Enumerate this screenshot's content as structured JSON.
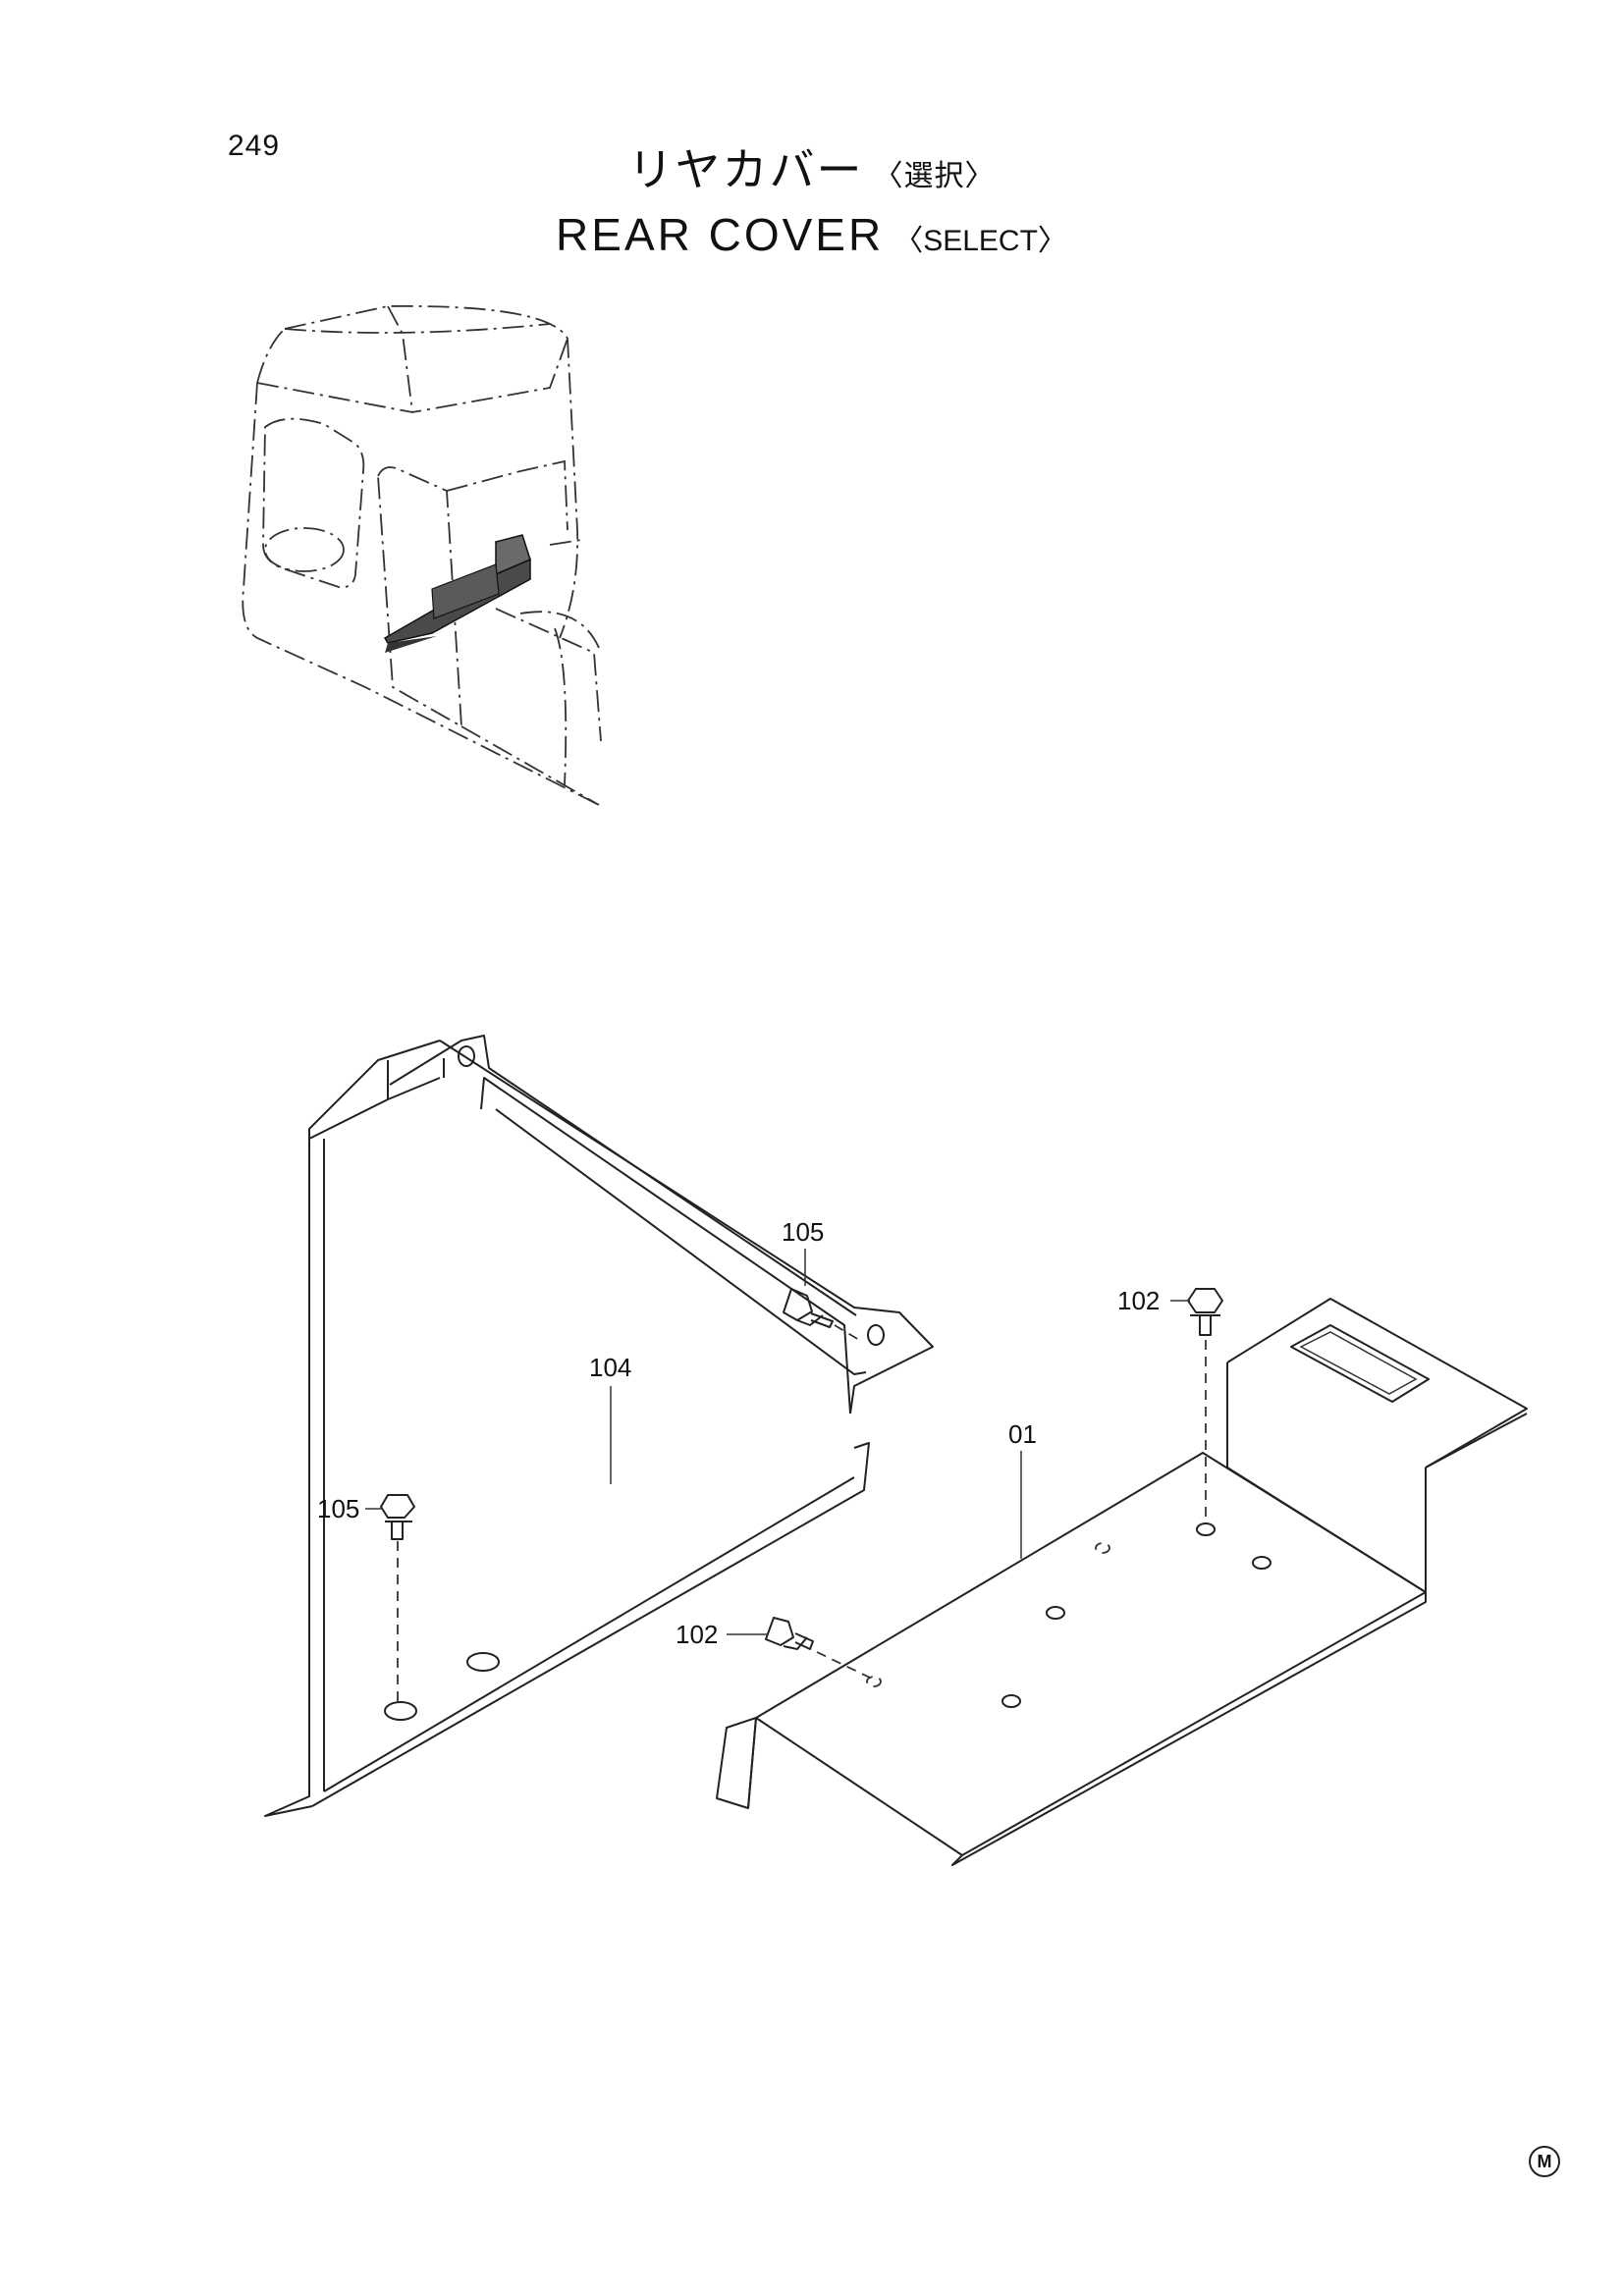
{
  "page": {
    "number": "249",
    "title_jp": "リヤカバー",
    "title_jp_suffix": "〈選択〉",
    "title_en": "REAR COVER",
    "title_en_suffix": "〈SELECT〉",
    "corner_mark": "M"
  },
  "callouts": {
    "part_01": "01",
    "part_102_top": "102",
    "part_102_bottom": "102",
    "part_104": "104",
    "part_105_top": "105",
    "part_105_left": "105"
  }
}
